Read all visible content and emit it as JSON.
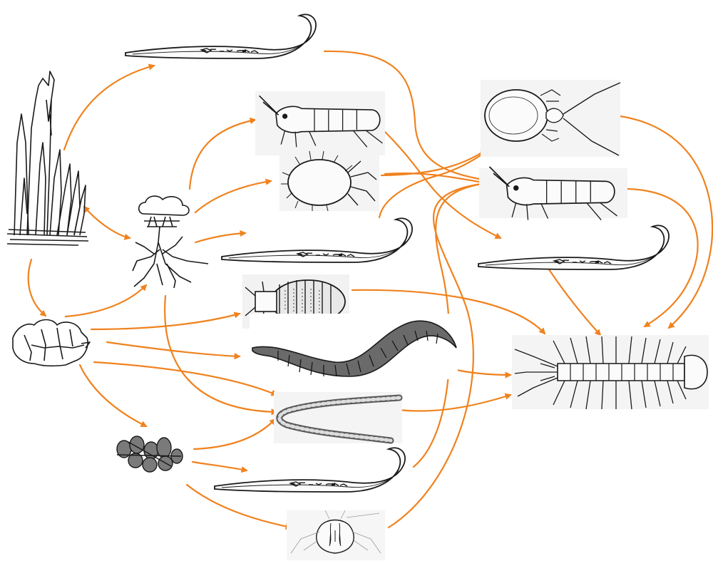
{
  "diagram": {
    "type": "soil food web",
    "colors": {
      "arrow": "#f0821e",
      "ink": "#1a1a1a",
      "fill": "#f2f2f2",
      "shadow": "#d6d6d6",
      "fungal_fill": "#7a7a7a"
    },
    "organisms": [
      {
        "id": "grass",
        "icon": "grass-icon"
      },
      {
        "id": "roots",
        "icon": "tree-roots-icon"
      },
      {
        "id": "leaf_litter",
        "icon": "leaf-litter-icon"
      },
      {
        "id": "fungal_spores",
        "icon": "fungal-spores-icon"
      },
      {
        "id": "nematode_top",
        "icon": "nematode-icon"
      },
      {
        "id": "springtail_1",
        "icon": "springtail-icon"
      },
      {
        "id": "mite_hairy",
        "icon": "mite-icon"
      },
      {
        "id": "nematode_mid",
        "icon": "nematode-icon"
      },
      {
        "id": "woodlouse",
        "icon": "woodlouse-icon"
      },
      {
        "id": "earthworm",
        "icon": "earthworm-icon"
      },
      {
        "id": "enchytraeid",
        "icon": "enchytraeid-worm-icon"
      },
      {
        "id": "nematode_low",
        "icon": "nematode-icon"
      },
      {
        "id": "protozoan",
        "icon": "protozoan-icon"
      },
      {
        "id": "mite_predatory",
        "icon": "predatory-mite-icon"
      },
      {
        "id": "springtail_2",
        "icon": "springtail-icon"
      },
      {
        "id": "nematode_predatory",
        "icon": "nematode-icon"
      },
      {
        "id": "centipede",
        "icon": "centipede-icon"
      }
    ],
    "links": [
      {
        "from": "grass",
        "to": "nematode_top"
      },
      {
        "from": "grass",
        "to": "roots",
        "bidirectional": true
      },
      {
        "from": "grass",
        "to": "leaf_litter"
      },
      {
        "from": "roots",
        "to": "springtail_1"
      },
      {
        "from": "roots",
        "to": "mite_hairy"
      },
      {
        "from": "roots",
        "to": "nematode_mid"
      },
      {
        "from": "roots",
        "to": "enchytraeid"
      },
      {
        "from": "leaf_litter",
        "to": "roots"
      },
      {
        "from": "leaf_litter",
        "to": "woodlouse"
      },
      {
        "from": "leaf_litter",
        "to": "earthworm"
      },
      {
        "from": "leaf_litter",
        "to": "enchytraeid"
      },
      {
        "from": "leaf_litter",
        "to": "fungal_spores"
      },
      {
        "from": "fungal_spores",
        "to": "enchytraeid"
      },
      {
        "from": "fungal_spores",
        "to": "nematode_low"
      },
      {
        "from": "fungal_spores",
        "to": "protozoan"
      },
      {
        "from": "nematode_top",
        "to": "springtail_2"
      },
      {
        "from": "springtail_1",
        "to": "nematode_predatory"
      },
      {
        "from": "mite_hairy",
        "to": "mite_predatory"
      },
      {
        "from": "mite_hairy",
        "to": "springtail_2"
      },
      {
        "from": "nematode_mid",
        "to": "mite_predatory"
      },
      {
        "from": "nematode_low",
        "to": "springtail_2"
      },
      {
        "from": "protozoan",
        "to": "springtail_2"
      },
      {
        "from": "mite_predatory",
        "to": "centipede"
      },
      {
        "from": "springtail_2",
        "to": "centipede"
      },
      {
        "from": "nematode_predatory",
        "to": "centipede"
      },
      {
        "from": "woodlouse",
        "to": "centipede"
      },
      {
        "from": "earthworm",
        "to": "centipede"
      },
      {
        "from": "enchytraeid",
        "to": "centipede"
      }
    ]
  }
}
